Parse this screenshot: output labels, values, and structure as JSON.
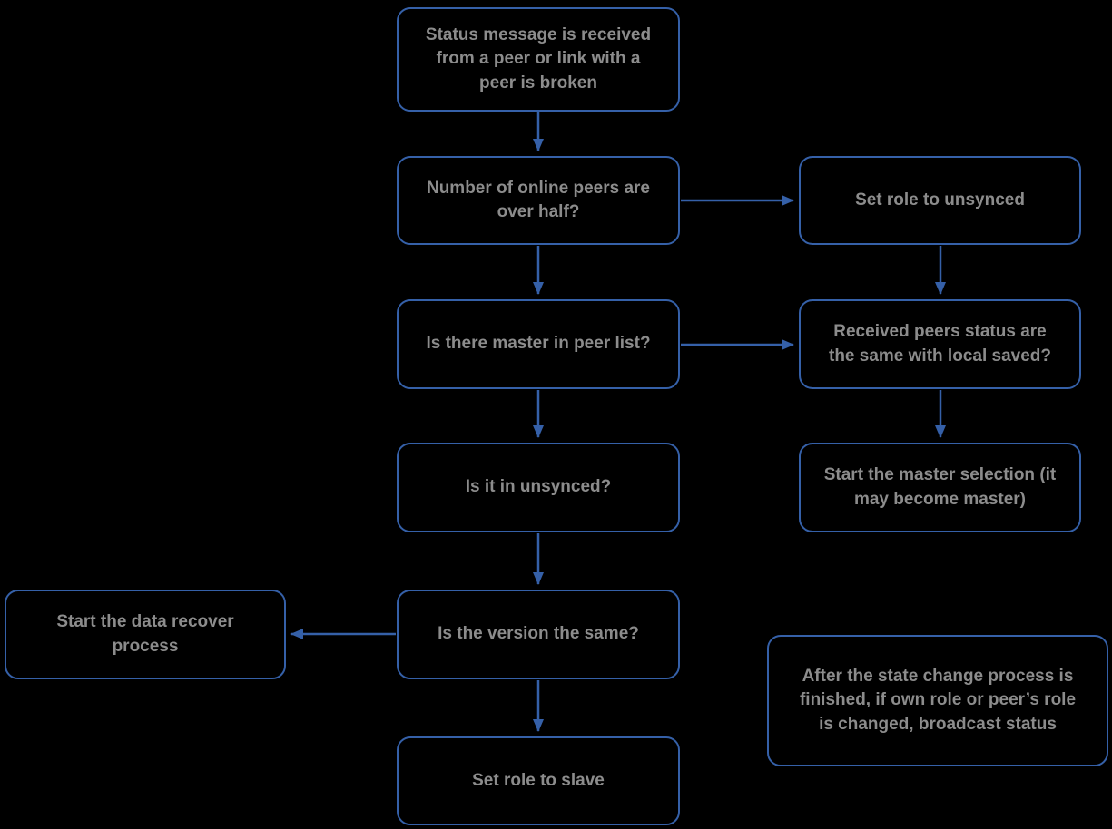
{
  "diagram": {
    "background": "#000000",
    "accent_color": "#3560a8",
    "text_color": "#8c8c8c",
    "nodes": {
      "status_received": {
        "label": "Status message is received from a peer or link with a peer is broken"
      },
      "online_peers_check": {
        "label": "Number of online peers are over half?"
      },
      "set_role_unsynced": {
        "label": "Set role to unsynced"
      },
      "master_in_peer_list": {
        "label": "Is there master in peer list?"
      },
      "peers_status_same": {
        "label": "Received peers status are the same with local saved?"
      },
      "is_in_unsynced": {
        "label": "Is it in unsynced?"
      },
      "start_master_selection": {
        "label": "Start the master selection (it may become master)"
      },
      "start_data_recover": {
        "label": "Start the data recover process"
      },
      "version_same": {
        "label": "Is the version the same?"
      },
      "set_role_slave": {
        "label": "Set role to slave"
      },
      "broadcast_note": {
        "label": "After the state change process is finished, if own role or peer’s role is changed, broadcast status"
      }
    }
  }
}
